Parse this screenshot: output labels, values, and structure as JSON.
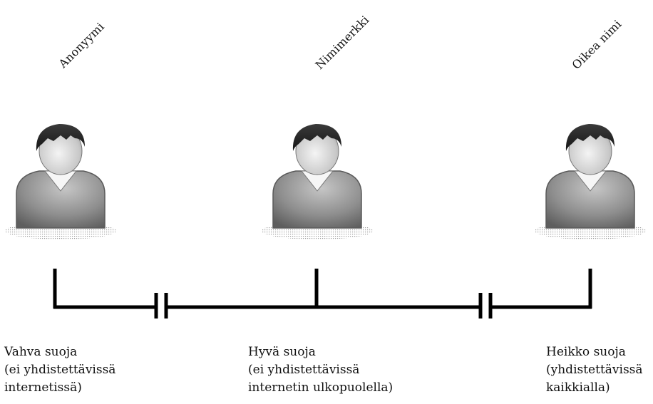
{
  "columns": [
    {
      "heading": "Anonyymi",
      "caption_line1": "Vahva suoja",
      "caption_line2": "(ei yhdistettävissä",
      "caption_line3": "internetissä)",
      "icon": "person-icon"
    },
    {
      "heading": "Nimimerkki",
      "caption_line1": "Hyvä suoja",
      "caption_line2": "(ei yhdistettävissä",
      "caption_line3": "internetin ulkopuolella)",
      "icon": "person-icon"
    },
    {
      "heading": "Oikea nimi",
      "caption_line1": "Heikko suoja",
      "caption_line2": "(yhdistettävissä",
      "caption_line3": "kaikkialla)",
      "icon": "person-icon"
    }
  ],
  "colors": {
    "line": "#000000",
    "person_body": "#8c8c8c",
    "person_hair": "#2b2b2b",
    "text": "#111111"
  }
}
